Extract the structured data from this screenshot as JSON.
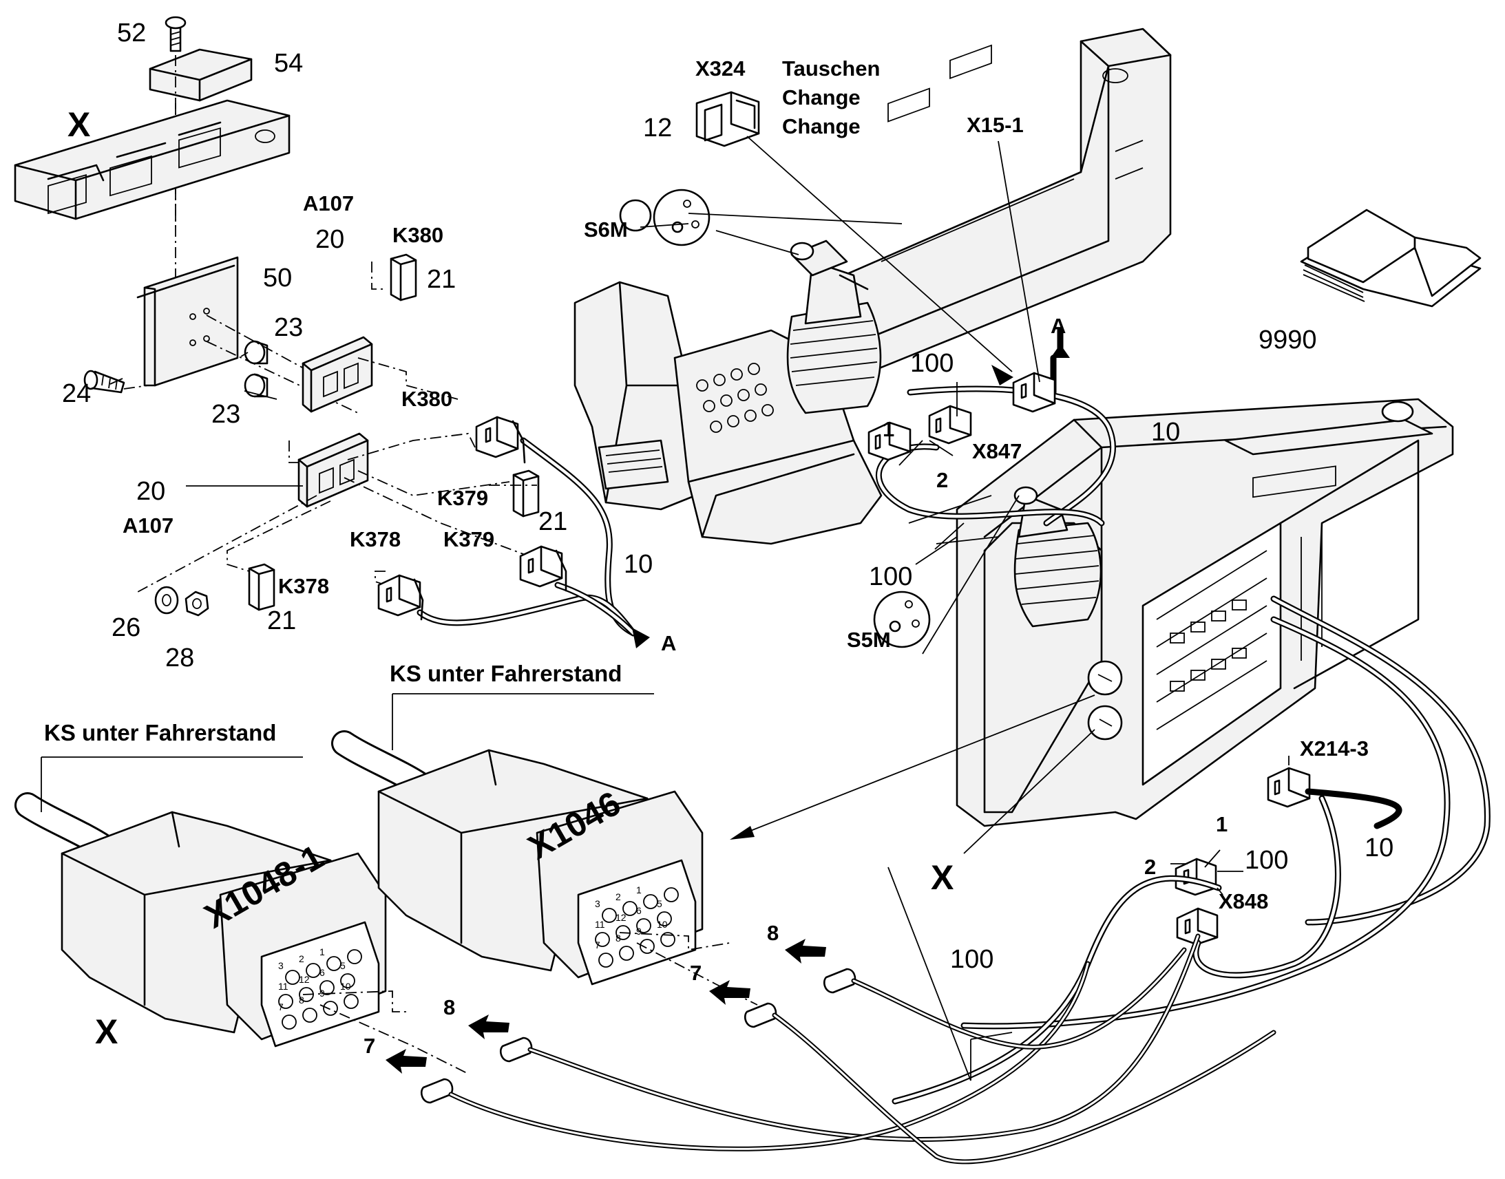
{
  "view_marker": "X",
  "pos_52": "52",
  "pos_54": "54",
  "pos_50": "50",
  "pos_24": "24",
  "pos_23": "23",
  "pos_20": "20",
  "pos_21": "21",
  "pos_26": "26",
  "pos_28": "28",
  "pos_10": "10",
  "pos_100": "100",
  "pos_12": "12",
  "pos_9990": "9990",
  "pin_1": "1",
  "pin_2": "2",
  "pin_7": "7",
  "pin_8": "8",
  "ref_A": "A",
  "codes": {
    "a107": "A107",
    "k380": "K380",
    "k379": "K379",
    "k378": "K378",
    "x324": "X324",
    "x15_1": "X15-1",
    "x847": "X847",
    "x848": "X848",
    "x214_3": "X214-3",
    "s6m": "S6M",
    "s5m": "S5M",
    "x1046": "X1046",
    "x1048_1": "X1048-1"
  },
  "notes": {
    "tauschen": "Tauschen",
    "change_1": "Change",
    "change_2": "Change",
    "ks_1": "KS unter Fahrerstand",
    "ks_2": "KS unter Fahrerstand"
  },
  "connector_pins": [
    "7",
    "8",
    "9",
    "10",
    "11",
    "12",
    "6",
    "5",
    "3",
    "2",
    "1"
  ]
}
